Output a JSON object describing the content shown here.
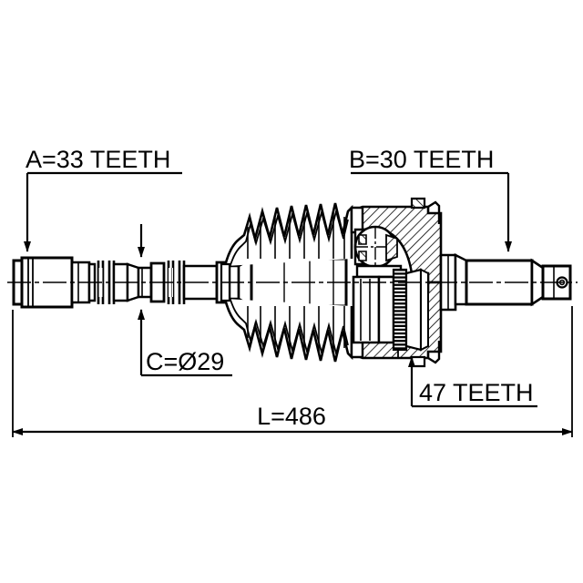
{
  "drawing": {
    "type": "technical-line-drawing",
    "subject": "automotive cv joint drive shaft assembly",
    "background_color": "#ffffff",
    "line_color": "#000000",
    "annotations": {
      "spline_a": {
        "label": "A=33 TEETH",
        "value": 33,
        "symbol": "A",
        "unit": "TEETH",
        "points_to": "left-shaft-spline-end"
      },
      "spline_b": {
        "label": "B=30 TEETH",
        "value": 30,
        "symbol": "B",
        "unit": "TEETH",
        "points_to": "right-outer-stub-spline"
      },
      "diameter_c": {
        "label": "C=Ø29",
        "value": 29,
        "symbol": "C",
        "unit": "mm",
        "points_to": "shaft-middle-diameter"
      },
      "abs_ring": {
        "label": "47 TEETH",
        "value": 47,
        "unit": "TEETH",
        "points_to": "abs-tone-ring"
      },
      "overall_length": {
        "label": "L=486",
        "value": 486,
        "symbol": "L",
        "unit": "mm",
        "points_to": "overall-assembly-length"
      }
    }
  }
}
